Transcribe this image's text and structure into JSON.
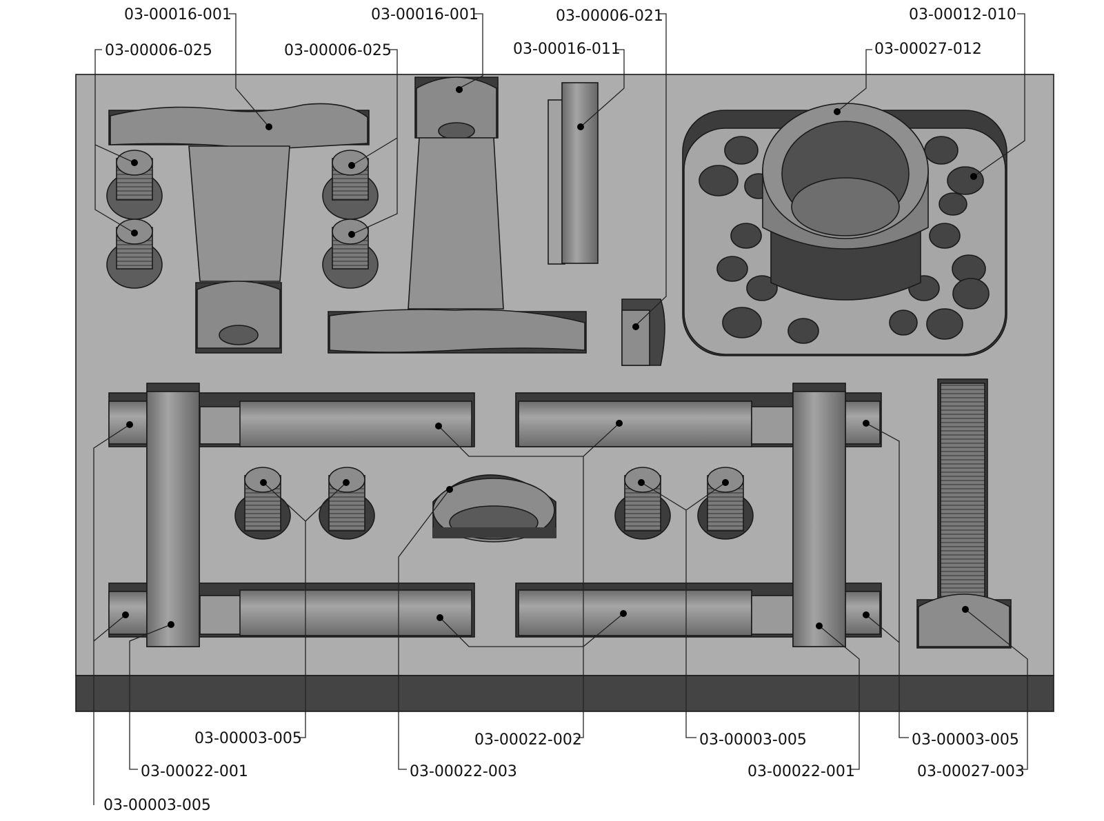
{
  "colors": {
    "tray": "#adadad",
    "tray_front": "#444444",
    "part": "#8c8c8c",
    "part_dark": "#5e5e5e",
    "part_light": "#a3a3a3",
    "pocket": "#3c3c3c"
  },
  "callouts": [
    {
      "id": "c1",
      "text": "03-00016-001"
    },
    {
      "id": "c2",
      "text": "03-00006-025"
    },
    {
      "id": "c3",
      "text": "03-00006-025"
    },
    {
      "id": "c4",
      "text": "03-00016-001"
    },
    {
      "id": "c5",
      "text": "03-00016-011"
    },
    {
      "id": "c6",
      "text": "03-00006-021"
    },
    {
      "id": "c7",
      "text": "03-00027-012"
    },
    {
      "id": "c8",
      "text": "03-00012-010"
    },
    {
      "id": "c9",
      "text": "03-00003-005"
    },
    {
      "id": "c10",
      "text": "03-00022-001"
    },
    {
      "id": "c11",
      "text": "03-00003-005"
    },
    {
      "id": "c12",
      "text": "03-00022-003"
    },
    {
      "id": "c13",
      "text": "03-00022-002"
    },
    {
      "id": "c14",
      "text": "03-00003-005"
    },
    {
      "id": "c15",
      "text": "03-00022-001"
    },
    {
      "id": "c16",
      "text": "03-00003-005"
    },
    {
      "id": "c17",
      "text": "03-00027-003"
    }
  ]
}
